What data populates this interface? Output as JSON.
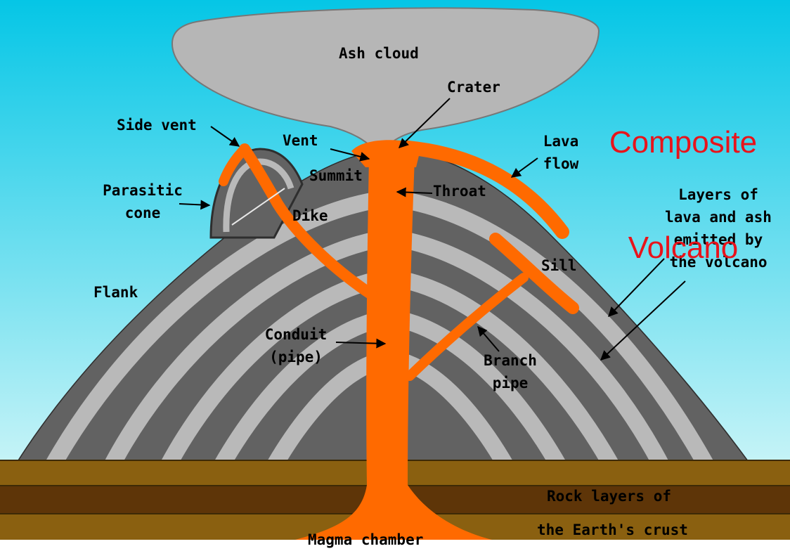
{
  "title": {
    "line1": "Composite",
    "line2": "Volcano"
  },
  "labels": {
    "ash_cloud": "Ash cloud",
    "crater": "Crater",
    "side_vent": "Side vent",
    "vent": "Vent",
    "summit": "Summit",
    "lava_flow": "Lava\nflow",
    "parasitic_cone": "Parasitic\ncone",
    "throat": "Throat",
    "dike": "Dike",
    "layers": "Layers of\nlava and ash\nemitted by\nthe volcano",
    "sill": "Sill",
    "flank": "Flank",
    "conduit": "Conduit\n(pipe)",
    "branch_pipe": "Branch\npipe",
    "rock_layers_1": "Rock layers of",
    "rock_layers_2": "the Earth's crust",
    "magma_chamber": "Magma chamber"
  },
  "colors": {
    "sky_top": "#05c6e6",
    "sky_bottom": "#e6fbfa",
    "ash_cloud": "#b6b6b6",
    "dark_layer": "#626262",
    "light_layer": "#b9b9b9",
    "magma": "#ff6a00",
    "ground_light": "#8a6010",
    "ground_dark": "#5e3508",
    "title": "#e8131b"
  }
}
